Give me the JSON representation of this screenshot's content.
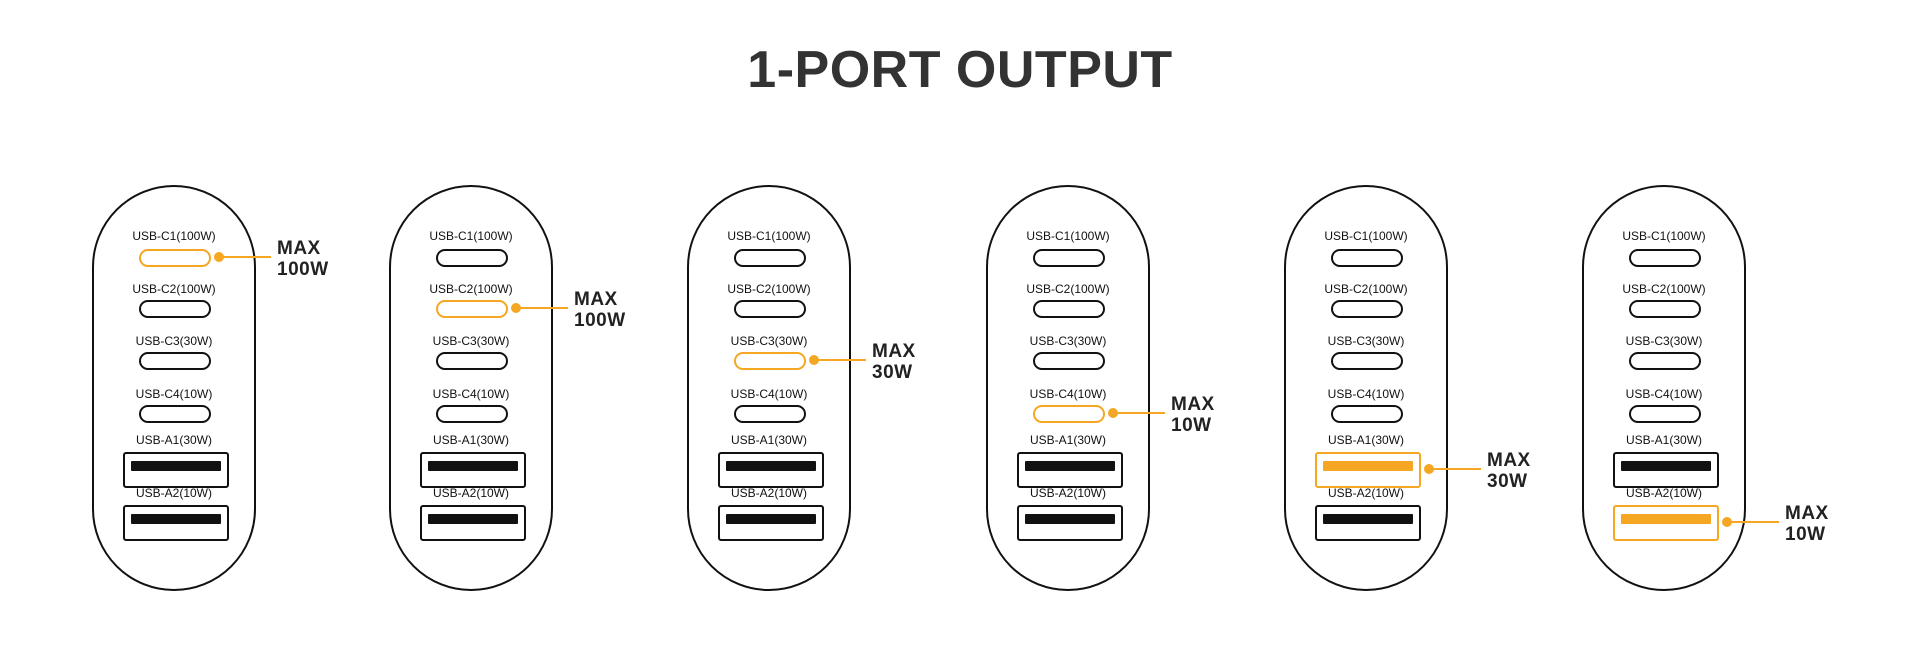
{
  "title": "1-PORT OUTPUT",
  "accent_color": "#f5a623",
  "port_labels": [
    "USB-C1(100W)",
    "USB-C2(100W)",
    "USB-C3(30W)",
    "USB-C4(10W)",
    "USB-A1(30W)",
    "USB-A2(10W)"
  ],
  "panels": [
    {
      "active_port": "USB-C1",
      "callout_line1": "MAX",
      "callout_line2": "100W"
    },
    {
      "active_port": "USB-C2",
      "callout_line1": "MAX",
      "callout_line2": "100W"
    },
    {
      "active_port": "USB-C3",
      "callout_line1": "MAX",
      "callout_line2": "30W"
    },
    {
      "active_port": "USB-C4",
      "callout_line1": "MAX",
      "callout_line2": "10W"
    },
    {
      "active_port": "USB-A1",
      "callout_line1": "MAX",
      "callout_line2": "30W"
    },
    {
      "active_port": "USB-A2",
      "callout_line1": "MAX",
      "callout_line2": "10W"
    }
  ]
}
